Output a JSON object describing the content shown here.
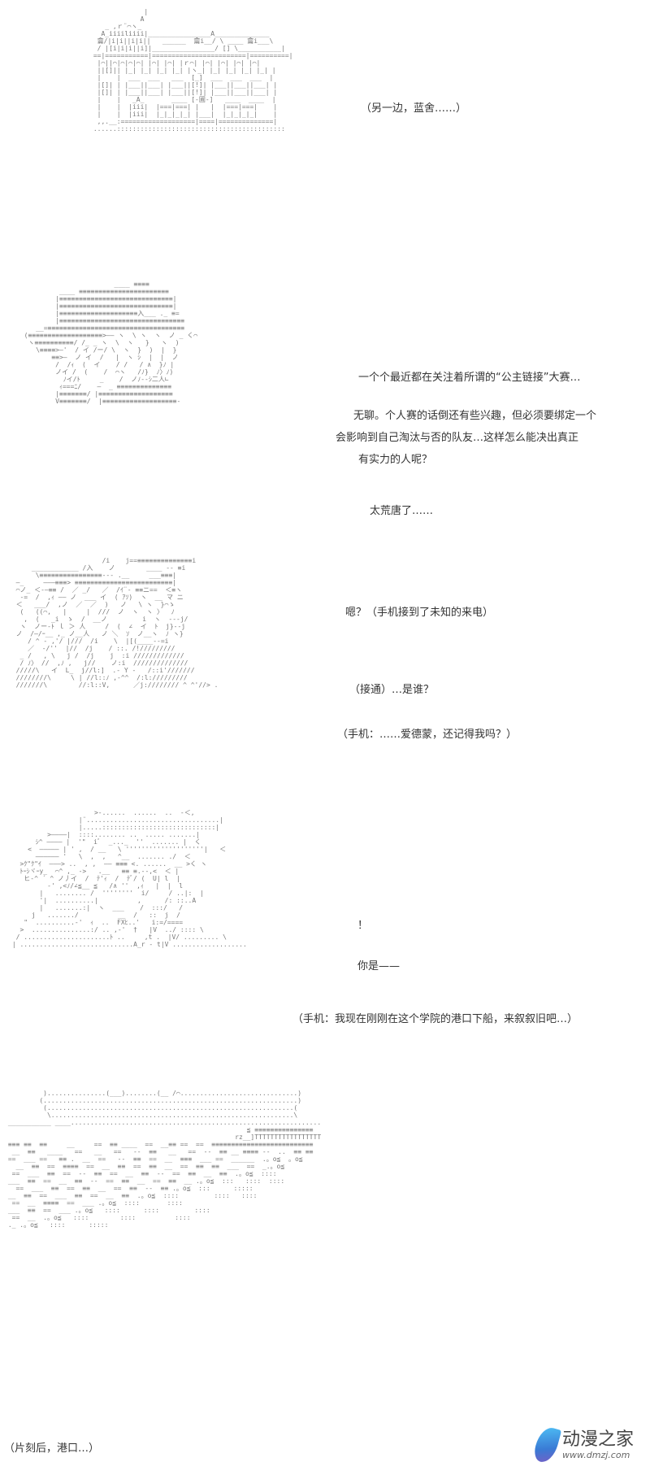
{
  "panels": [
    {
      "lines": [
        "（另一边，蓝舍……）"
      ]
    },
    {
      "lines": [
        "一个个最近都在关注着所谓的“公主链接”大赛…",
        "无聊。个人赛的话倒还有些兴趣，但必须要绑定一个",
        "会影响到自己淘汰与否的队友…这样怎么能决出真正",
        "有实力的人呢？",
        "太荒唐了……"
      ]
    },
    {
      "lines": [
        "嗯？（手机接到了未知的来电）",
        "（接通）…是谁？",
        "（手机：……爱德蒙，还记得我吗？）"
      ]
    },
    {
      "lines": [
        "！",
        "你是——",
        "（手机：我现在刚刚在这个学院的港口下船，来叙叙旧吧…）"
      ]
    },
    {
      "lines": [
        "（片刻后，港口…）"
      ]
    }
  ],
  "watermark": {
    "name": "动漫之家",
    "url": "www.dmzj.com"
  }
}
